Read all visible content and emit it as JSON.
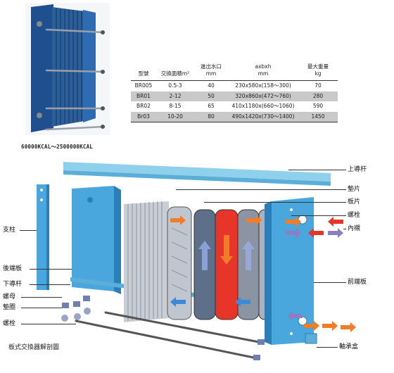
{
  "photo": {
    "caption": "60000KCAL～2500000KCAL"
  },
  "spec_table": {
    "headers": [
      {
        "line1": "型號",
        "line2": ""
      },
      {
        "line1": "交換面積m²",
        "line2": ""
      },
      {
        "line1": "進出水口",
        "line2": "mm"
      },
      {
        "line1": "axbxh",
        "line2": "mm"
      },
      {
        "line1": "最大重量",
        "line2": "kg"
      }
    ],
    "rows": [
      [
        "BR005",
        "0.5-3",
        "40",
        "230x580x(158～300)",
        "70"
      ],
      [
        "BR01",
        "2-12",
        "50",
        "320x860x(472～760)",
        "280"
      ],
      [
        "BR02",
        "8-15",
        "65",
        "410x1180x(660～1060)",
        "590"
      ],
      [
        "Br03",
        "10-20",
        "80",
        "490x1420x(730～1400)",
        "1450"
      ]
    ]
  },
  "diagram": {
    "labels_right": [
      "上導杆",
      "墊片",
      "板片",
      "螺栓",
      "內襯",
      "前端板",
      "軸承盒"
    ],
    "labels_left": [
      "支柱",
      "後端板",
      "下導杆",
      "螺母",
      "墊圈",
      "螺栓"
    ],
    "caption": "板式交換器解剖圖"
  },
  "colors": {
    "frame_blue": "#3a9fd8",
    "hot_red": "#e8352a",
    "flow_orange": "#f07d2a",
    "flow_purple": "#8a7fc0",
    "flow_blue": "#3a8ad8"
  }
}
